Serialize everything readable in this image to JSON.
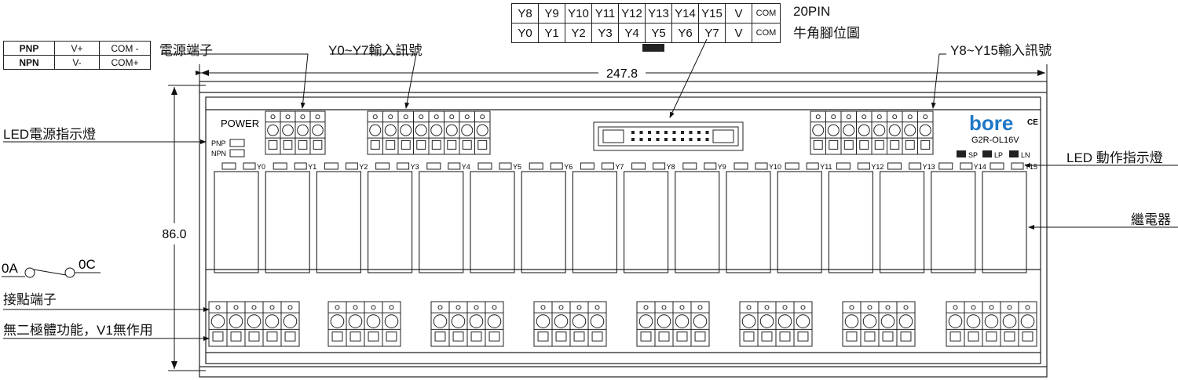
{
  "polarity_table": [
    {
      "type": "PNP",
      "v": "V+",
      "com": "COM -"
    },
    {
      "type": "NPN",
      "v": "V-",
      "com": "COM+"
    }
  ],
  "pin_table": {
    "top": [
      "Y8",
      "Y9",
      "Y10",
      "Y11",
      "Y12",
      "Y13",
      "Y14",
      "Y15",
      "V",
      "COM"
    ],
    "bottom": [
      "Y0",
      "Y1",
      "Y2",
      "Y3",
      "Y4",
      "Y5",
      "Y6",
      "Y7",
      "V",
      "COM"
    ],
    "title": "20PIN",
    "subtitle": "牛角腳位圖"
  },
  "labels": {
    "power_terminal": "電源端子",
    "input_y0_y7": "Y0~Y7輸入訊號",
    "input_y8_y15": "Y8~Y15輸入訊號",
    "led_power": "LED電源指示燈",
    "led_action": "LED 動作指示燈",
    "relay": "繼電器",
    "contact_terminal": "接點端子",
    "no_diode": "無二極體功能，V1無作用",
    "contact_0a": "0A",
    "contact_0c": "0C"
  },
  "dimensions": {
    "width": "247.8",
    "height": "86.0"
  },
  "board": {
    "power": "POWER",
    "pnp": "PNP",
    "npn": "NPN",
    "brand": "bore",
    "model": "G2R-OL16V",
    "ce": "CE",
    "sp": "SP",
    "lp": "LP",
    "ln": "LN",
    "channels": [
      "Y0",
      "Y1",
      "Y2",
      "Y3",
      "Y4",
      "Y5",
      "Y6",
      "Y7",
      "Y8",
      "Y9",
      "Y10",
      "Y11",
      "Y12",
      "Y13",
      "Y14",
      "Y15"
    ]
  }
}
